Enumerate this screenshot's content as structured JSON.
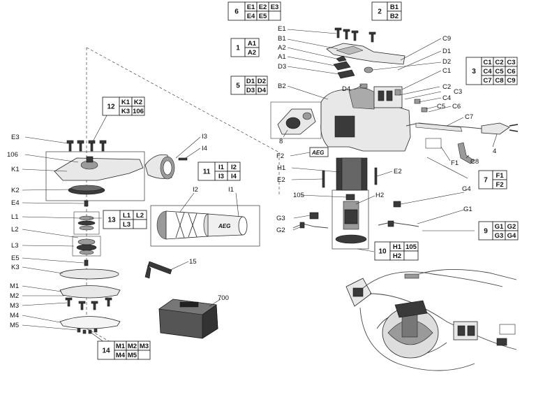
{
  "part_labels": {
    "E1_top": "E1",
    "B1_top": "B1",
    "A2_top": "A2",
    "A1_top": "A1",
    "D3_top": "D3",
    "B2_mid": "B2",
    "D4_mid": "D4",
    "C9": "C9",
    "D1": "D1",
    "D2": "D2",
    "C1": "C1",
    "C2": "C2",
    "C3": "C3",
    "C4": "C4",
    "C5": "C5",
    "C6": "C6",
    "C7": "C7",
    "C8": "C8",
    "F1": "F1",
    "F2": "F2",
    "H1": "H1",
    "E2a": "E2",
    "E2b": "E2",
    "n105": "105",
    "H2": "H2",
    "G4": "G4",
    "G3": "G3",
    "G2": "G2",
    "G1": "G1",
    "n8": "8",
    "n4": "4",
    "E3": "E3",
    "n106": "106",
    "K1": "K1",
    "K2": "K2",
    "E4": "E4",
    "L1": "L1",
    "L2": "L2",
    "L3": "L3",
    "E5": "E5",
    "K3": "K3",
    "M1": "M1",
    "M2": "M2",
    "M3": "M3",
    "M4": "M4",
    "M5": "M5",
    "I3": "I3",
    "I4": "I4",
    "I2": "I2",
    "I1": "I1",
    "n15": "15",
    "n700": "700"
  },
  "brand": "AEG",
  "groups": {
    "g6": {
      "num": "6",
      "cells": [
        "E1",
        "E2",
        "E3",
        "E4",
        "E5",
        ""
      ]
    },
    "g2": {
      "num": "2",
      "cells": [
        "B1",
        "B2"
      ]
    },
    "g1": {
      "num": "1",
      "cells": [
        "A1",
        "A2"
      ]
    },
    "g3": {
      "num": "3",
      "cells": [
        "C1",
        "C2",
        "C3",
        "C4",
        "C5",
        "C6",
        "C7",
        "C8",
        "C9"
      ]
    },
    "g5": {
      "num": "5",
      "cells": [
        "D1",
        "D2",
        "D3",
        "D4"
      ]
    },
    "g12": {
      "num": "12",
      "cells": [
        "K1",
        "K2",
        "K3",
        "106"
      ]
    },
    "g11": {
      "num": "11",
      "cells": [
        "I1",
        "I2",
        "I3",
        "I4"
      ]
    },
    "g13": {
      "num": "13",
      "cells": [
        "L1",
        "L2",
        "L3",
        ""
      ]
    },
    "g7": {
      "num": "7",
      "cells": [
        "F1",
        "F2"
      ]
    },
    "g9": {
      "num": "9",
      "cells": [
        "G1",
        "G2",
        "G3",
        "G4"
      ]
    },
    "g10": {
      "num": "10",
      "cells": [
        "H1",
        "105",
        "H2",
        ""
      ]
    },
    "g14": {
      "num": "14",
      "cells": [
        "M1",
        "M2",
        "M3",
        "M4",
        "M5",
        ""
      ]
    }
  }
}
